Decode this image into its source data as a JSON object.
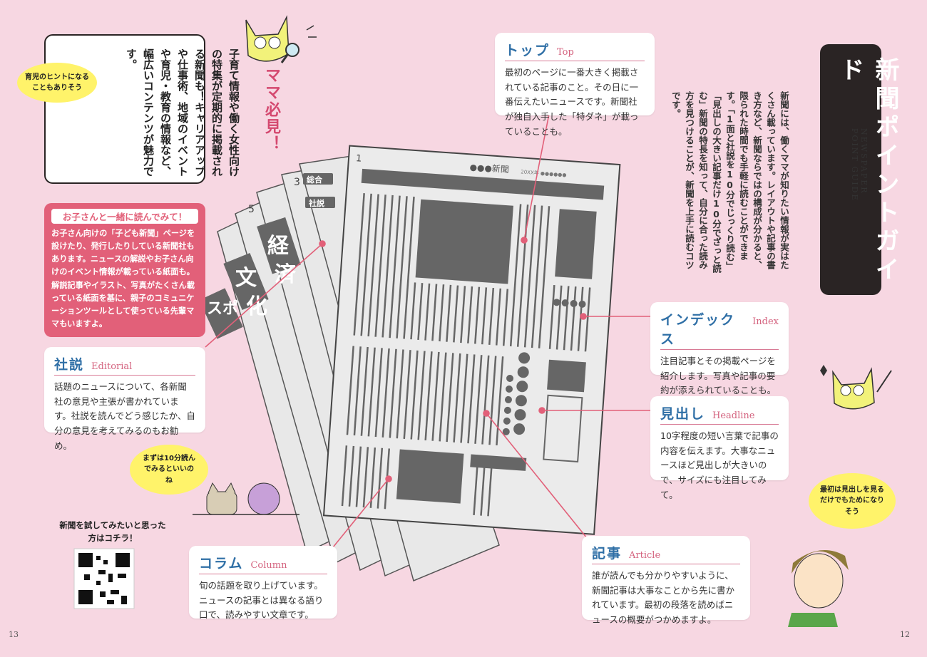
{
  "title": {
    "main": "新聞ポイントガイド",
    "sub": "NEWSPAPER\nPOINT GUIDE"
  },
  "intro": "新聞には、働くママが知りたい情報が実はたくさん載っています。レイアウトや記事の書き方など、新聞ならではの構成が分かると、限られた時間でも手軽に読むことができます。「1面と社説を10分でじっくり読む」「見出しの大きい記事だけ10分でざっと読む」新聞の特長を知って、自分に合った読み方を見つけることが、新聞を上手に読むコツです。",
  "mama": {
    "title": "ママ必見！",
    "body": "子育て情報や働く女性向けの特集が定期的に掲載される新聞も！キャリアアップや仕事術、地域のイベントや育児・教育の情報など、幅広いコンテンツが魅力です。",
    "bubble": "育児のヒントになることもありそう"
  },
  "kids": {
    "title": "お子さんと一緒に読んでみて！",
    "body": "お子さん向けの「子ども新聞」ページを設けたり、発行したりしている新聞社もあります。ニュースの解説やお子さん向けのイベント情報が載っている紙面も。解説記事やイラスト、写真がたくさん載っている紙面を基に、親子のコミュニケーションツールとして使っている先輩ママもいますよ。"
  },
  "cards": {
    "top": {
      "jp": "トップ",
      "en": "Top",
      "body": "最初のページに一番大きく掲載されている記事のこと。その日に一番伝えたいニュースです。新聞社が独自入手した「特ダネ」が載っていることも。"
    },
    "index": {
      "jp": "インデックス",
      "en": "Index",
      "body": "注目記事とその掲載ページを紹介します。写真や記事の要約が添えられていることも。"
    },
    "headline": {
      "jp": "見出し",
      "en": "Headline",
      "body": "10字程度の短い言葉で記事の内容を伝えます。大事なニュースほど見出しが大きいので、サイズにも注目してみて。"
    },
    "article": {
      "jp": "記事",
      "en": "Article",
      "body": "誰が読んでも分かりやすいように、新聞記事は大事なことから先に書かれています。最初の段落を読めばニュースの概要がつかめますよ。"
    },
    "column": {
      "jp": "コラム",
      "en": "Column",
      "body": "旬の話題を取り上げています。ニュースの記事とは異なる語り口で、読みやすい文章です。"
    },
    "editorial": {
      "jp": "社説",
      "en": "Editorial",
      "body": "話題のニュースについて、各新聞社の意見や主張が書かれています。社説を読んでどう感じたか、自分の意見を考えてみるのもお勧め。"
    }
  },
  "bubbles": {
    "cats": "まずは10分読んでみるといいのね",
    "woman": "最初は見出しを見るだけでもためになりそう"
  },
  "qr_caption": "新聞を試してみたいと思った方はコチラ！",
  "paper": {
    "masthead": "●●●新聞",
    "date": "20XX年 ●●●●●●",
    "page_numbers": [
      "1",
      "3",
      "5"
    ],
    "labels": [
      "総合",
      "社説"
    ],
    "big_chars": [
      "経",
      "済",
      "文",
      "化",
      "スポ"
    ]
  },
  "page_numbers": {
    "left": "13",
    "right": "12"
  },
  "colors": {
    "background": "#f7d7e2",
    "accent": "#e26079",
    "heading_blue": "#2f6fa6",
    "english_pink": "#d4637f",
    "title_bg": "#2a2424"
  }
}
